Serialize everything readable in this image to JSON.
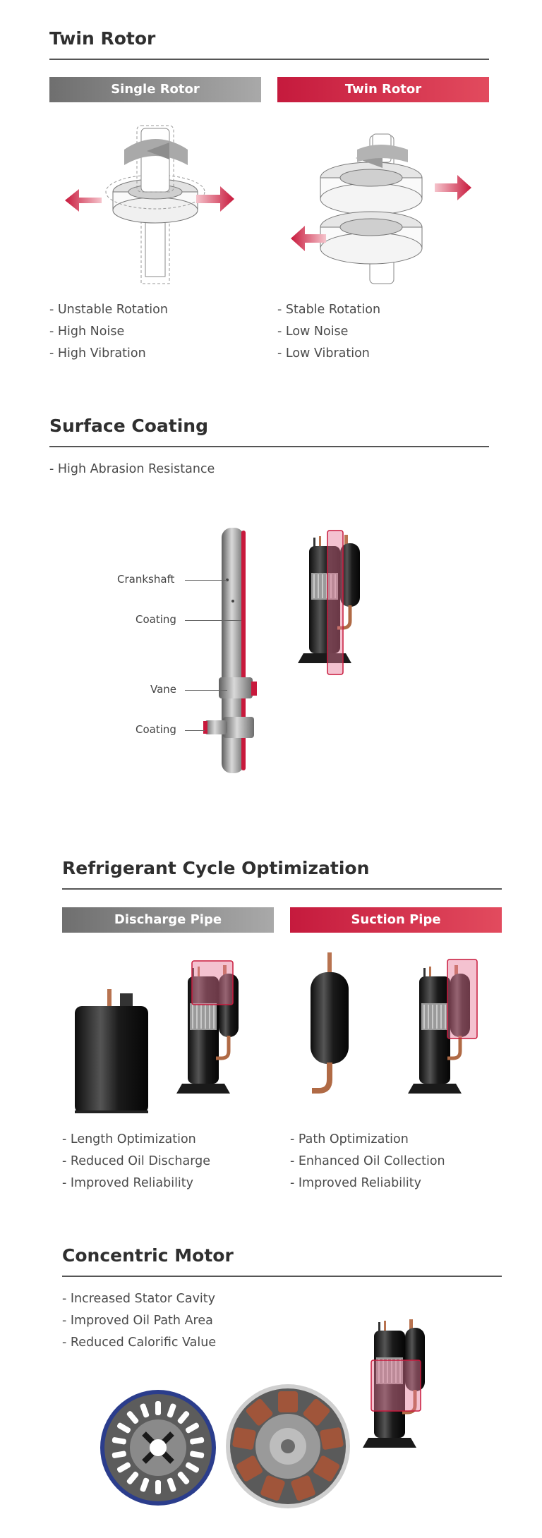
{
  "twin_rotor": {
    "title": "Twin Rotor",
    "tabs": [
      "Single Rotor",
      "Twin Rotor"
    ],
    "single_points": [
      "- Unstable Rotation",
      "- High Noise",
      "- High Vibration"
    ],
    "twin_points": [
      "- Stable Rotation",
      "- Low Noise",
      "- Low Vibration"
    ]
  },
  "surface_coating": {
    "title": "Surface Coating",
    "point": "- High Abrasion Resistance",
    "labels": [
      "Crankshaft",
      "Coating",
      "Vane",
      "Coating"
    ]
  },
  "refrigerant": {
    "title": "Refrigerant Cycle Optimization",
    "tabs": [
      "Discharge Pipe",
      "Suction Pipe"
    ],
    "discharge_points": [
      "- Length Optimization",
      "- Reduced Oil Discharge",
      "- Improved Reliability"
    ],
    "suction_points": [
      "- Path Optimization",
      "- Enhanced Oil Collection",
      "- Improved Reliability"
    ]
  },
  "concentric_motor": {
    "title": "Concentric Motor",
    "points": [
      "- Increased Stator Cavity",
      "- Improved Oil Path Area",
      "- Reduced Calorific Value"
    ]
  },
  "colors": {
    "accent_red": "#c8193c",
    "gray_tab": "#8c8c8c",
    "heading": "#2f2f2f",
    "rule": "#555555"
  }
}
